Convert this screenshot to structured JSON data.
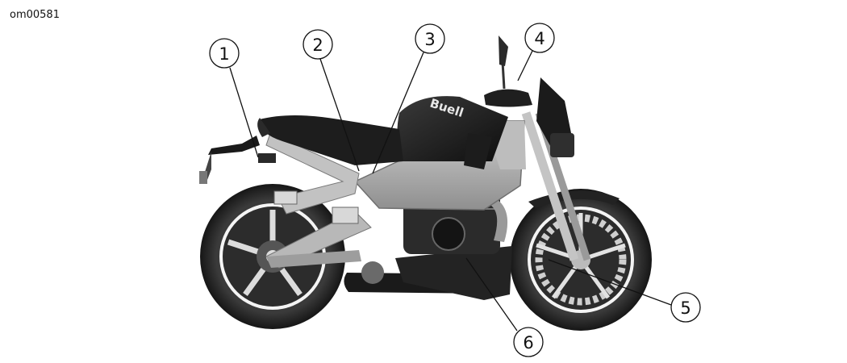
{
  "figure_id": "om00581",
  "callouts": [
    {
      "number": "1"
    },
    {
      "number": "2"
    },
    {
      "number": "3"
    },
    {
      "number": "4"
    },
    {
      "number": "5"
    },
    {
      "number": "6"
    }
  ],
  "tank_logo": "Buell",
  "colors": {
    "ink": "#111111",
    "tire": "#262626",
    "frame": "#a9a9a9",
    "body_dark": "#1e1e1e",
    "metal": "#8a8a8a"
  }
}
